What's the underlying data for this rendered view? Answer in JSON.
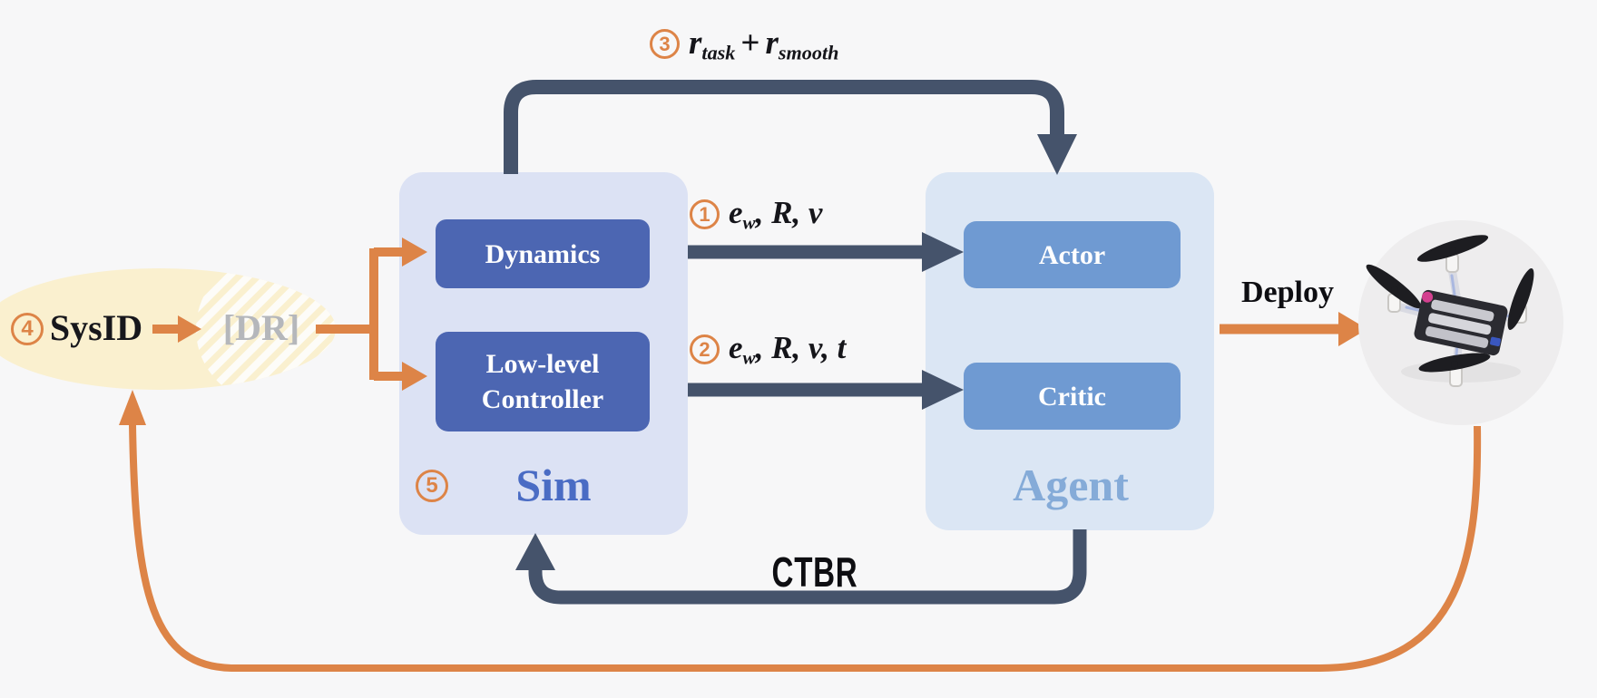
{
  "figure": {
    "description_caption": ""
  },
  "colors": {
    "background": "#f7f7f8",
    "sim_container": "#dce2f4",
    "agent_container": "#dbe6f4",
    "module_box_blue": "#4c66b2",
    "agent_box_blue": "#6f9ad2",
    "arrow_dark": "#45536b",
    "arrow_orange": "#dd8447",
    "sysid_ellipse_yellow": "#faf0cf",
    "sim_label_blue": "#4a6cc4",
    "agent_label_blue": "#85abd8",
    "dr_gray": "#b5b7bb",
    "label_black": "#111111"
  },
  "sysid": {
    "number": "4",
    "label": "SysID",
    "dr_label": "[DR]"
  },
  "sim": {
    "number": "5",
    "label": "Sim",
    "dynamics_label": "Dynamics",
    "controller_line1": "Low-level",
    "controller_line2": "Controller"
  },
  "agent": {
    "label": "Agent",
    "actor_label": "Actor",
    "critic_label": "Critic"
  },
  "arrows": {
    "obs_actor": {
      "number": "1",
      "var": "e",
      "sub": "w",
      "rest": ", R, v"
    },
    "obs_critic": {
      "number": "2",
      "var": "e",
      "sub": "w",
      "rest": ", R, v, t"
    },
    "reward": {
      "number": "3",
      "r1": "r",
      "sub1": "task",
      "plus": "+",
      "r2": "r",
      "sub2": "smooth"
    },
    "action_label": "CTBR",
    "deploy_label": "Deploy"
  },
  "drone": {
    "name": "quadrotor-photo"
  }
}
